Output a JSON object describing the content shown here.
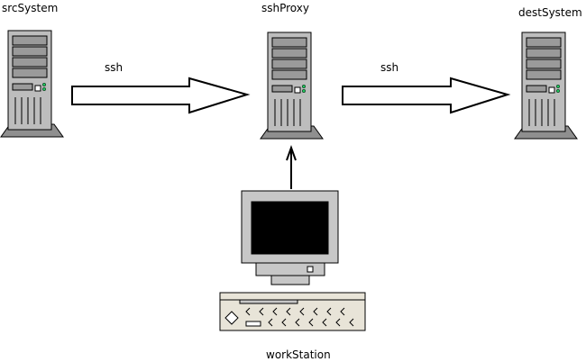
{
  "nodes": {
    "src": {
      "label": "srcSystem",
      "kind": "server"
    },
    "proxy": {
      "label": "sshProxy",
      "kind": "server"
    },
    "dest": {
      "label": "destSystem",
      "kind": "server"
    },
    "workstation": {
      "label": "workStation",
      "kind": "workstation"
    }
  },
  "edges": [
    {
      "from": "srcSystem",
      "to": "sshProxy",
      "label": "ssh"
    },
    {
      "from": "sshProxy",
      "to": "destSystem",
      "label": "ssh"
    },
    {
      "from": "workStation",
      "to": "sshProxy",
      "label": ""
    }
  ],
  "colors": {
    "server_body": "#bdbdbd",
    "server_panel": "#9a9a9a",
    "server_base": "#8f8f8f",
    "outline": "#000000",
    "led_green": "#22c55e",
    "monitor_case": "#c7c7c7",
    "screen": "#000000",
    "keyboard": "#e8e4d8"
  }
}
